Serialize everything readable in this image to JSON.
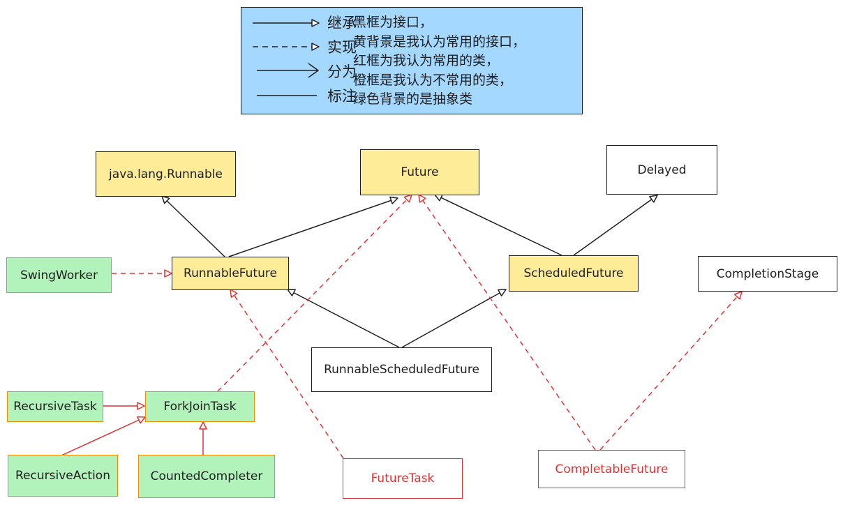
{
  "legend": {
    "lines": [
      {
        "label": "继承",
        "style": "inherit"
      },
      {
        "label": "实现",
        "style": "implement"
      },
      {
        "label": "分为",
        "style": "divide"
      },
      {
        "label": "标注",
        "style": "annotate"
      }
    ],
    "notes": [
      "黑框为接口，",
      "黄背景是我认为常用的接口，",
      "红框为我认为常用的类，",
      "橙框是我认为不常用的类，",
      "绿色背景的是抽象类"
    ]
  },
  "nodes": {
    "runnable": "java.lang.Runnable",
    "future": "Future",
    "delayed": "Delayed",
    "runnable_future": "RunnableFuture",
    "scheduled_future": "ScheduledFuture",
    "completion_stage": "CompletionStage",
    "swing_worker": "SwingWorker",
    "runnable_scheduled_future": "RunnableScheduledFuture",
    "recursive_task": "RecursiveTask",
    "fork_join_task": "ForkJoinTask",
    "recursive_action": "RecursiveAction",
    "counted_completer": "CountedCompleter",
    "future_task": "FutureTask",
    "completable_future": "CompletableFuture"
  },
  "colors": {
    "interface_border": "#1e1e1e",
    "common_interface_bg": "#ffec99",
    "common_class_border": "#e03131",
    "uncommon_class_border": "#f08c00",
    "abstract_bg": "#b2f2bb",
    "legend_bg": "#a5d8ff"
  }
}
